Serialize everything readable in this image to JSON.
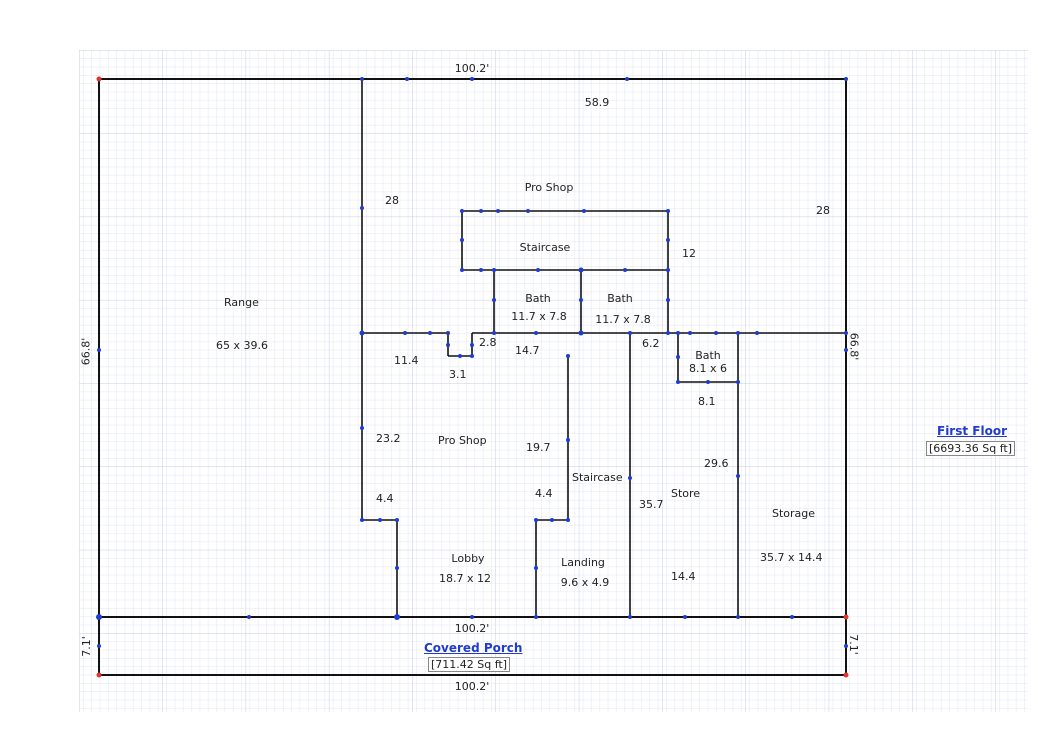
{
  "dimensions": {
    "top_width": "100.2'",
    "middle_width": "100.2'",
    "bottom_width": "100.2'",
    "left_height_main": "66.8'",
    "right_height_main": "66.8'",
    "left_height_porch": "7.1'",
    "right_height_porch": "7.1'",
    "top_section": "58.9",
    "left_inner": "28",
    "right_inner": "28",
    "right_small": "12",
    "d_2_8": "2.8",
    "d_14_7": "14.7",
    "d_6_2": "6.2",
    "d_11_4": "11.4",
    "d_3_1": "3.1",
    "d_8_1": "8.1",
    "d_23_2": "23.2",
    "d_19_7": "19.7",
    "d_29_6": "29.6",
    "d_4_4_a": "4.4",
    "d_4_4_b": "4.4",
    "d_35_7": "35.7",
    "d_14_4": "14.4"
  },
  "rooms": {
    "range": {
      "name": "Range",
      "size": "65 x 39.6"
    },
    "pro_shop_top": {
      "name": "Pro Shop"
    },
    "staircase_top": {
      "name": "Staircase"
    },
    "bath1": {
      "name": "Bath",
      "size": "11.7 x 7.8"
    },
    "bath2": {
      "name": "Bath",
      "size": "11.7 x 7.8"
    },
    "bath3": {
      "name": "Bath",
      "size": "8.1 x 6"
    },
    "pro_shop_mid": {
      "name": "Pro Shop"
    },
    "staircase_mid": {
      "name": "Staircase"
    },
    "store": {
      "name": "Store"
    },
    "storage": {
      "name": "Storage",
      "size": "35.7 x 14.4"
    },
    "lobby": {
      "name": "Lobby",
      "size": "18.7 x 12"
    },
    "landing": {
      "name": "Landing",
      "size": "9.6 x 4.9"
    }
  },
  "floors": {
    "first": {
      "name": "First Floor",
      "area": "[6693.36 Sq ft]"
    },
    "porch": {
      "name": "Covered Porch",
      "area": "[711.42 Sq ft]"
    }
  },
  "colors": {
    "wall": "#111111",
    "node": "#1f3ccf",
    "corner": "#e0342c",
    "grid_minor": "#e1e5f3",
    "grid_major": "#c7cde6"
  }
}
